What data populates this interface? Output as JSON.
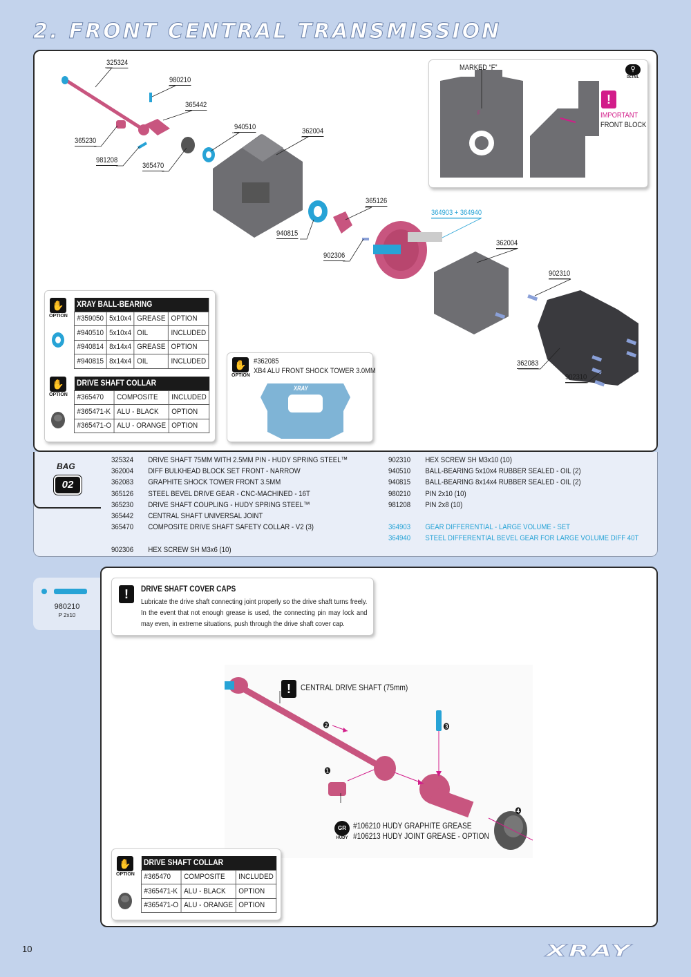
{
  "page": {
    "title": "2. FRONT CENTRAL TRANSMISSION",
    "page_number": "10",
    "logo": "XRAY"
  },
  "diagram1": {
    "labels": {
      "l325324": "325324",
      "l980210": "980210",
      "l365442": "365442",
      "l940510": "940510",
      "l362004a": "362004",
      "l365230": "365230",
      "l981208": "981208",
      "l365470": "365470",
      "l365126": "365126",
      "l364903": "364903 + 364940",
      "l940815": "940815",
      "l902306": "902306",
      "l362004b": "362004",
      "l902310a": "902310",
      "l362083": "362083",
      "l902310b": "902310"
    },
    "detail": {
      "marked": "MARKED “F”",
      "badge": "DETAIL",
      "important": "IMPORTANT",
      "front_block": "FRONT BLOCK",
      "letter_f": "F"
    },
    "ballbearing": {
      "option_label": "OPTION",
      "title": "XRAY BALL-BEARING",
      "rows": [
        [
          "#359050",
          "5x10x4",
          "GREASE",
          "OPTION"
        ],
        [
          "#940510",
          "5x10x4",
          "OIL",
          "INCLUDED"
        ],
        [
          "#940814",
          "8x14x4",
          "GREASE",
          "OPTION"
        ],
        [
          "#940815",
          "8x14x4",
          "OIL",
          "INCLUDED"
        ]
      ]
    },
    "collar": {
      "option_label": "OPTION",
      "title": "DRIVE SHAFT COLLAR",
      "rows": [
        [
          "#365470",
          "COMPOSITE",
          "INCLUDED"
        ],
        [
          "#365471-K",
          "ALU - BLACK",
          "OPTION"
        ],
        [
          "#365471-O",
          "ALU - ORANGE",
          "OPTION"
        ]
      ]
    },
    "shocktower": {
      "option_label": "OPTION",
      "part": "#362085",
      "name": "XB4 ALU FRONT SHOCK TOWER 3.0MM",
      "brand": "XRAY"
    }
  },
  "bag": {
    "label": "BAG",
    "number": "02"
  },
  "parts_left": [
    {
      "num": "325324",
      "desc": "DRIVE SHAFT 75MM WITH 2.5MM PIN - HUDY SPRING STEEL™"
    },
    {
      "num": "362004",
      "desc": "DIFF BULKHEAD BLOCK SET FRONT - NARROW"
    },
    {
      "num": "362083",
      "desc": "GRAPHITE SHOCK TOWER FRONT 3.5MM"
    },
    {
      "num": "365126",
      "desc": "STEEL BEVEL DRIVE GEAR - CNC-MACHINED - 16T"
    },
    {
      "num": "365230",
      "desc": "DRIVE SHAFT COUPLING  - HUDY SPRING STEEL™"
    },
    {
      "num": "365442",
      "desc": "CENTRAL SHAFT UNIVERSAL JOINT"
    },
    {
      "num": "365470",
      "desc": "COMPOSITE DRIVE SHAFT SAFETY COLLAR - V2 (3)"
    },
    {
      "num": "",
      "desc": ""
    },
    {
      "num": "902306",
      "desc": "HEX SCREW SH M3x6  (10)"
    }
  ],
  "parts_right": [
    {
      "num": "902310",
      "desc": "HEX SCREW  SH M3x10  (10)",
      "hl": false
    },
    {
      "num": "940510",
      "desc": "BALL-BEARING 5x10x4 RUBBER SEALED - OIL  (2)",
      "hl": false
    },
    {
      "num": "940815",
      "desc": "BALL-BEARING 8x14x4 RUBBER SEALED - OIL  (2)",
      "hl": false
    },
    {
      "num": "980210",
      "desc": "PIN 2x10  (10)",
      "hl": false
    },
    {
      "num": "981208",
      "desc": "PIN 2x8  (10)",
      "hl": false
    },
    {
      "num": "",
      "desc": "",
      "hl": false
    },
    {
      "num": "364903",
      "desc": "GEAR DIFFERENTIAL - LARGE VOLUME - SET",
      "hl": true
    },
    {
      "num": "364940",
      "desc": "STEEL DIFFERENTIAL BEVEL GEAR FOR LARGE VOLUME DIFF 40T",
      "hl": true
    }
  ],
  "side_pin": {
    "num": "980210",
    "desc": "P 2x10"
  },
  "step2": {
    "note_title": "DRIVE SHAFT COVER CAPS",
    "note_text": "Lubricate the drive shaft connecting joint properly so the drive shaft turns freely. In the event that not enough grease is used, the connecting pin may lock and may even, in extreme situations, push through the drive shaft cover cap.",
    "central_label": "CENTRAL DRIVE SHAFT (75mm)",
    "grease1": "#106210 HUDY GRAPHITE GREASE",
    "grease2": "#106213 HUDY JOINT GREASE - OPTION",
    "grease_icon": "GR",
    "grease_brand": "HUDY",
    "steps": [
      "❶",
      "❷",
      "❸",
      "❹"
    ],
    "collar": {
      "option_label": "OPTION",
      "title": "DRIVE SHAFT COLLAR",
      "rows": [
        [
          "#365470",
          "COMPOSITE",
          "INCLUDED"
        ],
        [
          "#365471-K",
          "ALU - BLACK",
          "OPTION"
        ],
        [
          "#365471-O",
          "ALU - ORANGE",
          "OPTION"
        ]
      ]
    }
  },
  "colors": {
    "pink": "#c8557f",
    "cyan": "#27a3d6",
    "grey": "#6e6e72",
    "magenta": "#d21d8a"
  }
}
